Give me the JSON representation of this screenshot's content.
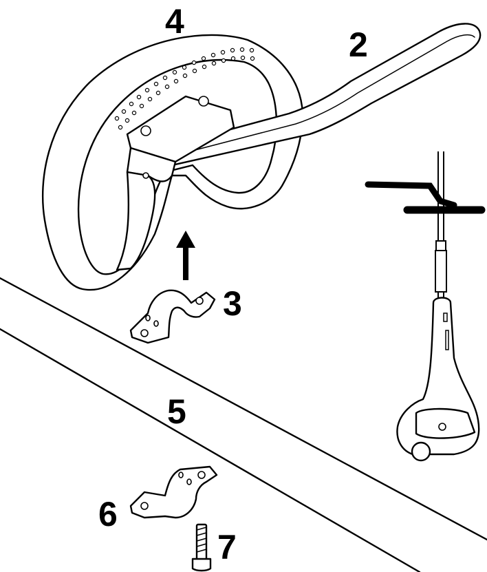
{
  "callouts": {
    "handle": "2",
    "clamp_upper": "3",
    "loop_handle": "4",
    "shaft": "5",
    "clamp_lower": "6",
    "screw": "7"
  },
  "colors": {
    "line": "#000000",
    "background": "#ffffff"
  }
}
